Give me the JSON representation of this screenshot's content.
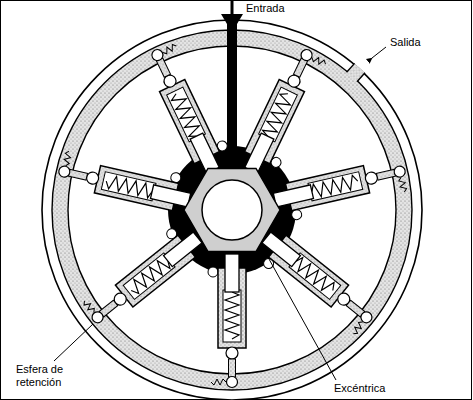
{
  "diagram": {
    "labels": [
      "Entrada",
      "Salida",
      "Esfera de retención",
      "Excéntrica"
    ]
  }
}
